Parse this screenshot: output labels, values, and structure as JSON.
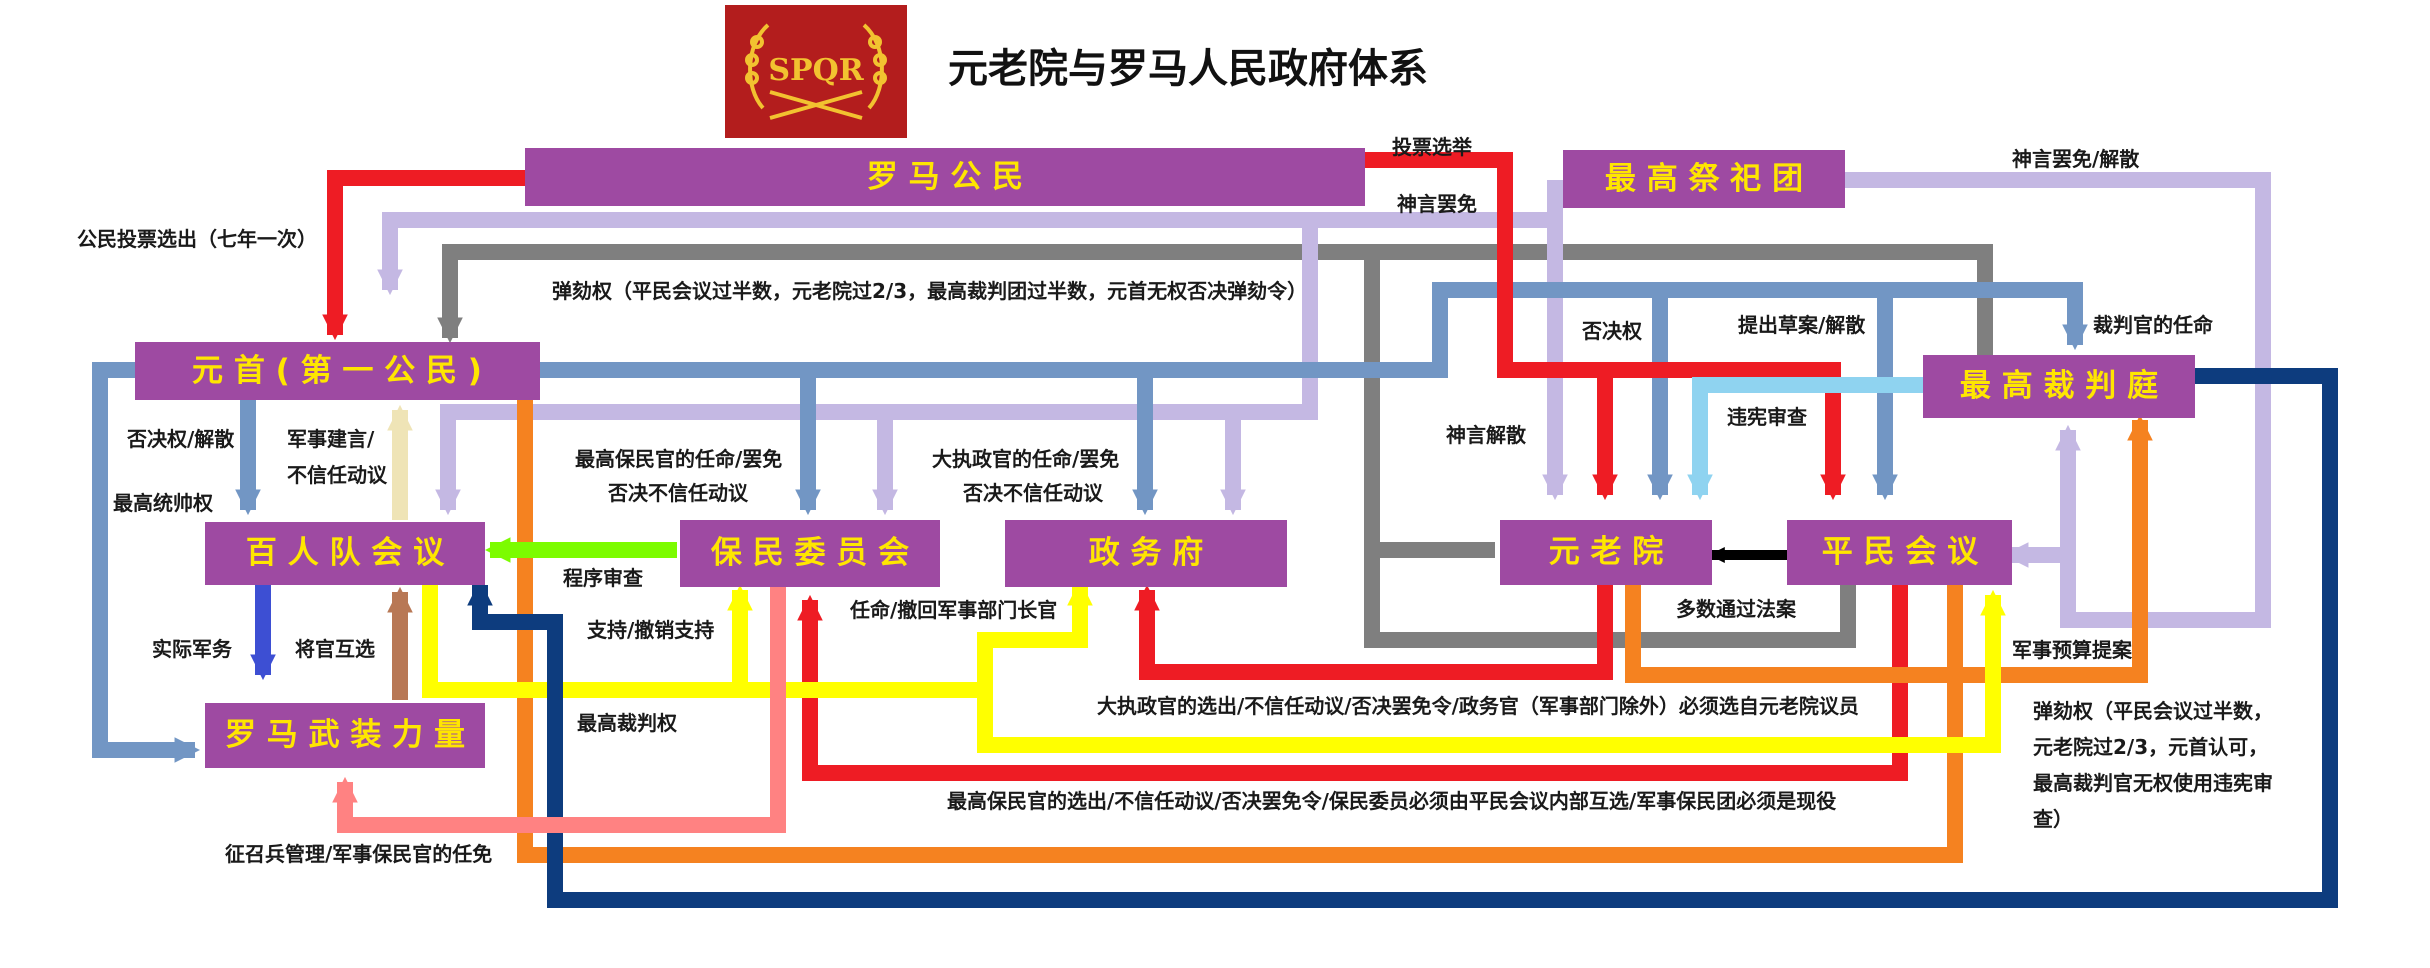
{
  "title": "元老院与罗马人民政府体系",
  "emblem": {
    "text": "SPQR",
    "icon": "laurel-wreath-icon",
    "bg_color": "#b31d1d",
    "fg_color": "#f2c230"
  },
  "nodes": {
    "citizens": "罗 马 公 民",
    "pontiffs": "最 高 祭 祀 团",
    "princeps": "元 首 ( 第 一 公 民 )",
    "centuriate": "百 人 队 会 议",
    "tribunes": "保 民 委 员 会",
    "government": "政 务 府",
    "senate": "元 老 院",
    "plebeian": "平 民 会 议",
    "supreme_court": "最 高 裁 判 庭",
    "army": "罗 马 武 装 力 量"
  },
  "labels": {
    "vote_election": "投票选举",
    "divine_removal_1": "神言罢免",
    "divine_removal_dissolve": "神言罢免/解散",
    "citizen_vote": "公民投票选出（七年一次）",
    "impeachment": "弹劾权（平民会议过半数，元老院过2/3，最高裁判团过半数，元首无权否决弹劾令）",
    "veto": "否决权",
    "draft_dissolve": "提出草案/解散",
    "judge_appointment": "裁判官的任命",
    "veto_dissolve": "否决权/解散",
    "military_advice": "军事建言/",
    "no_confidence_1": "不信任动议",
    "constitutional_review": "违宪审查",
    "tribune_appointment": "最高保民官的任命/罢免",
    "veto_no_confidence_1": "否决不信任动议",
    "consul_appointment": "大执政官的任命/罢免",
    "veto_no_confidence_2": "否决不信任动议",
    "divine_dissolve": "神言解散",
    "supreme_command": "最高统帅权",
    "procedure_review": "程序审查",
    "support_withdraw": "支持/撤销支持",
    "appoint_recall": "任命/撤回军事部门长官",
    "majority_pass": "多数通过法案",
    "military_budget": "军事预算提案",
    "actual_military": "实际军务",
    "officer_election": "将官互选",
    "supreme_judicial": "最高裁判权",
    "consul_rules": "大执政官的选出/不信任动议/否决罢免令/政务官（军事部门除外）必须选自元老院议员",
    "tribune_rules": "最高保民官的选出/不信任动议/否决罢免令/保民委员必须由平民会议内部互选/军事保民团必须是现役",
    "conscription": "征召兵管理/军事保民官的任免",
    "impeach_note": [
      "弹劾权（平民会议过半数，",
      "元老院过2/3，元首认可，",
      "最高裁判官无权使用违宪审",
      "查）"
    ]
  },
  "colors": {
    "node_fill": "#9e4aa2",
    "node_text": "#ffe600",
    "red": "#ee1c24",
    "lavender": "#c4b8e3",
    "gray": "#7f7f7f",
    "steel_blue": "#7296c4",
    "navy": "#0d3c7e",
    "orange": "#f58220",
    "yellow": "#ffff00",
    "pink": "#ff8282",
    "green": "#7cfc00",
    "light_blue": "#8fd3f0",
    "royal_blue": "#3d4fd3",
    "brown": "#b87855",
    "beige": "#efe4b6",
    "black": "#000000"
  }
}
